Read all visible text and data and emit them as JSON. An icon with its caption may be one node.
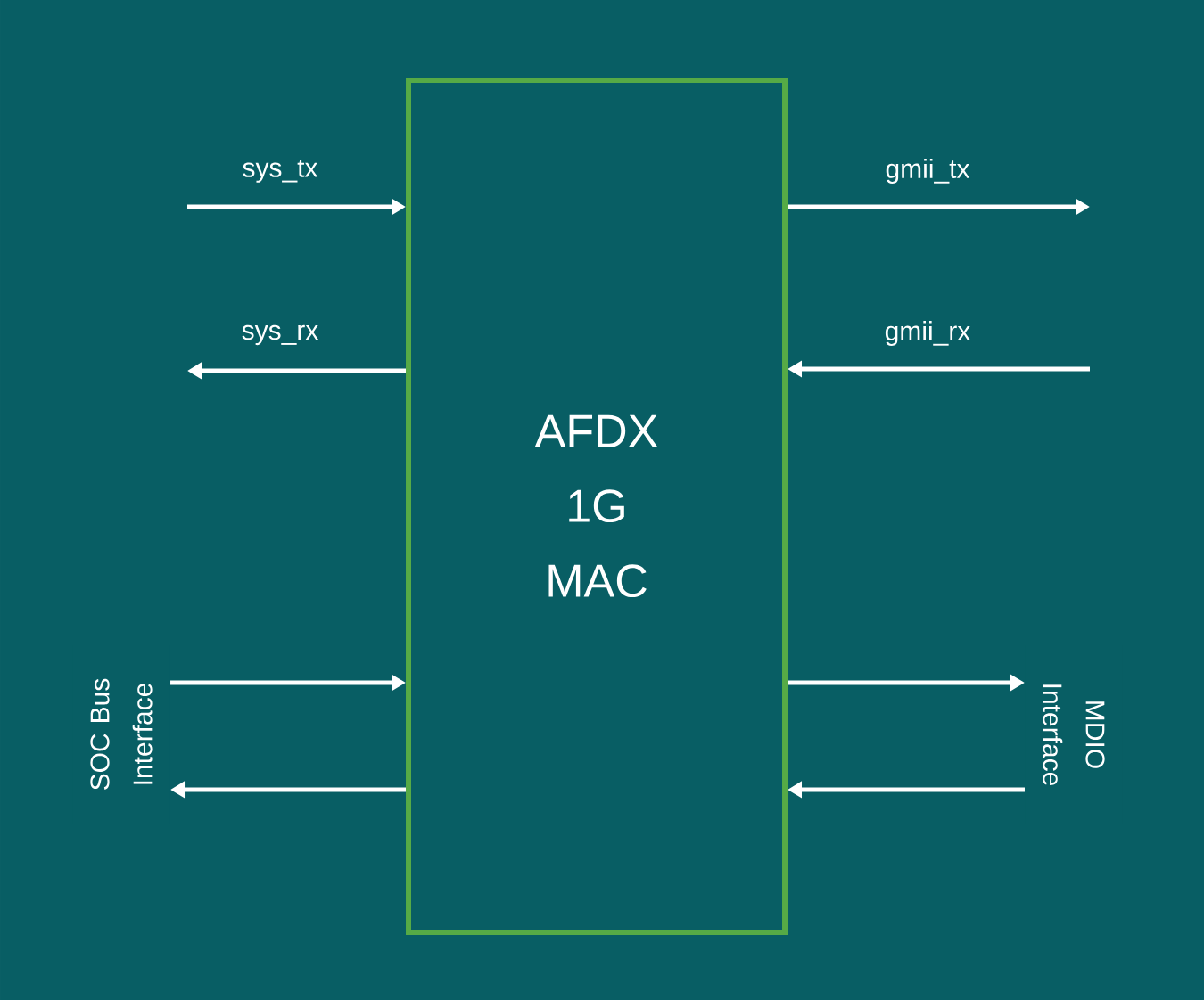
{
  "diagram": {
    "nodes": [
      {
        "text": [
          "AFDX 1G MAC"
        ]
      },
      {
        "text": [
          "SOC Bus Interface"
        ]
      },
      {
        "text": [
          "MDIO Interface"
        ]
      }
    ],
    "edges": [
      {
        "from": null,
        "to": 0,
        "arrow": "to",
        "label": "sys_tx"
      },
      {
        "from": 0,
        "to": null,
        "arrow": "to",
        "label": "sys_rx"
      },
      {
        "from": 0,
        "to": null,
        "arrow": "to",
        "label": "gmii_tx"
      },
      {
        "from": null,
        "to": 0,
        "arrow": "to",
        "label": "gmii_rx"
      },
      {
        "from": 1,
        "to": 0,
        "arrow": "to"
      },
      {
        "from": 0,
        "to": 1,
        "arrow": "to"
      },
      {
        "from": 0,
        "to": 2,
        "arrow": "to"
      },
      {
        "from": 2,
        "to": 0,
        "arrow": "to"
      }
    ]
  }
}
